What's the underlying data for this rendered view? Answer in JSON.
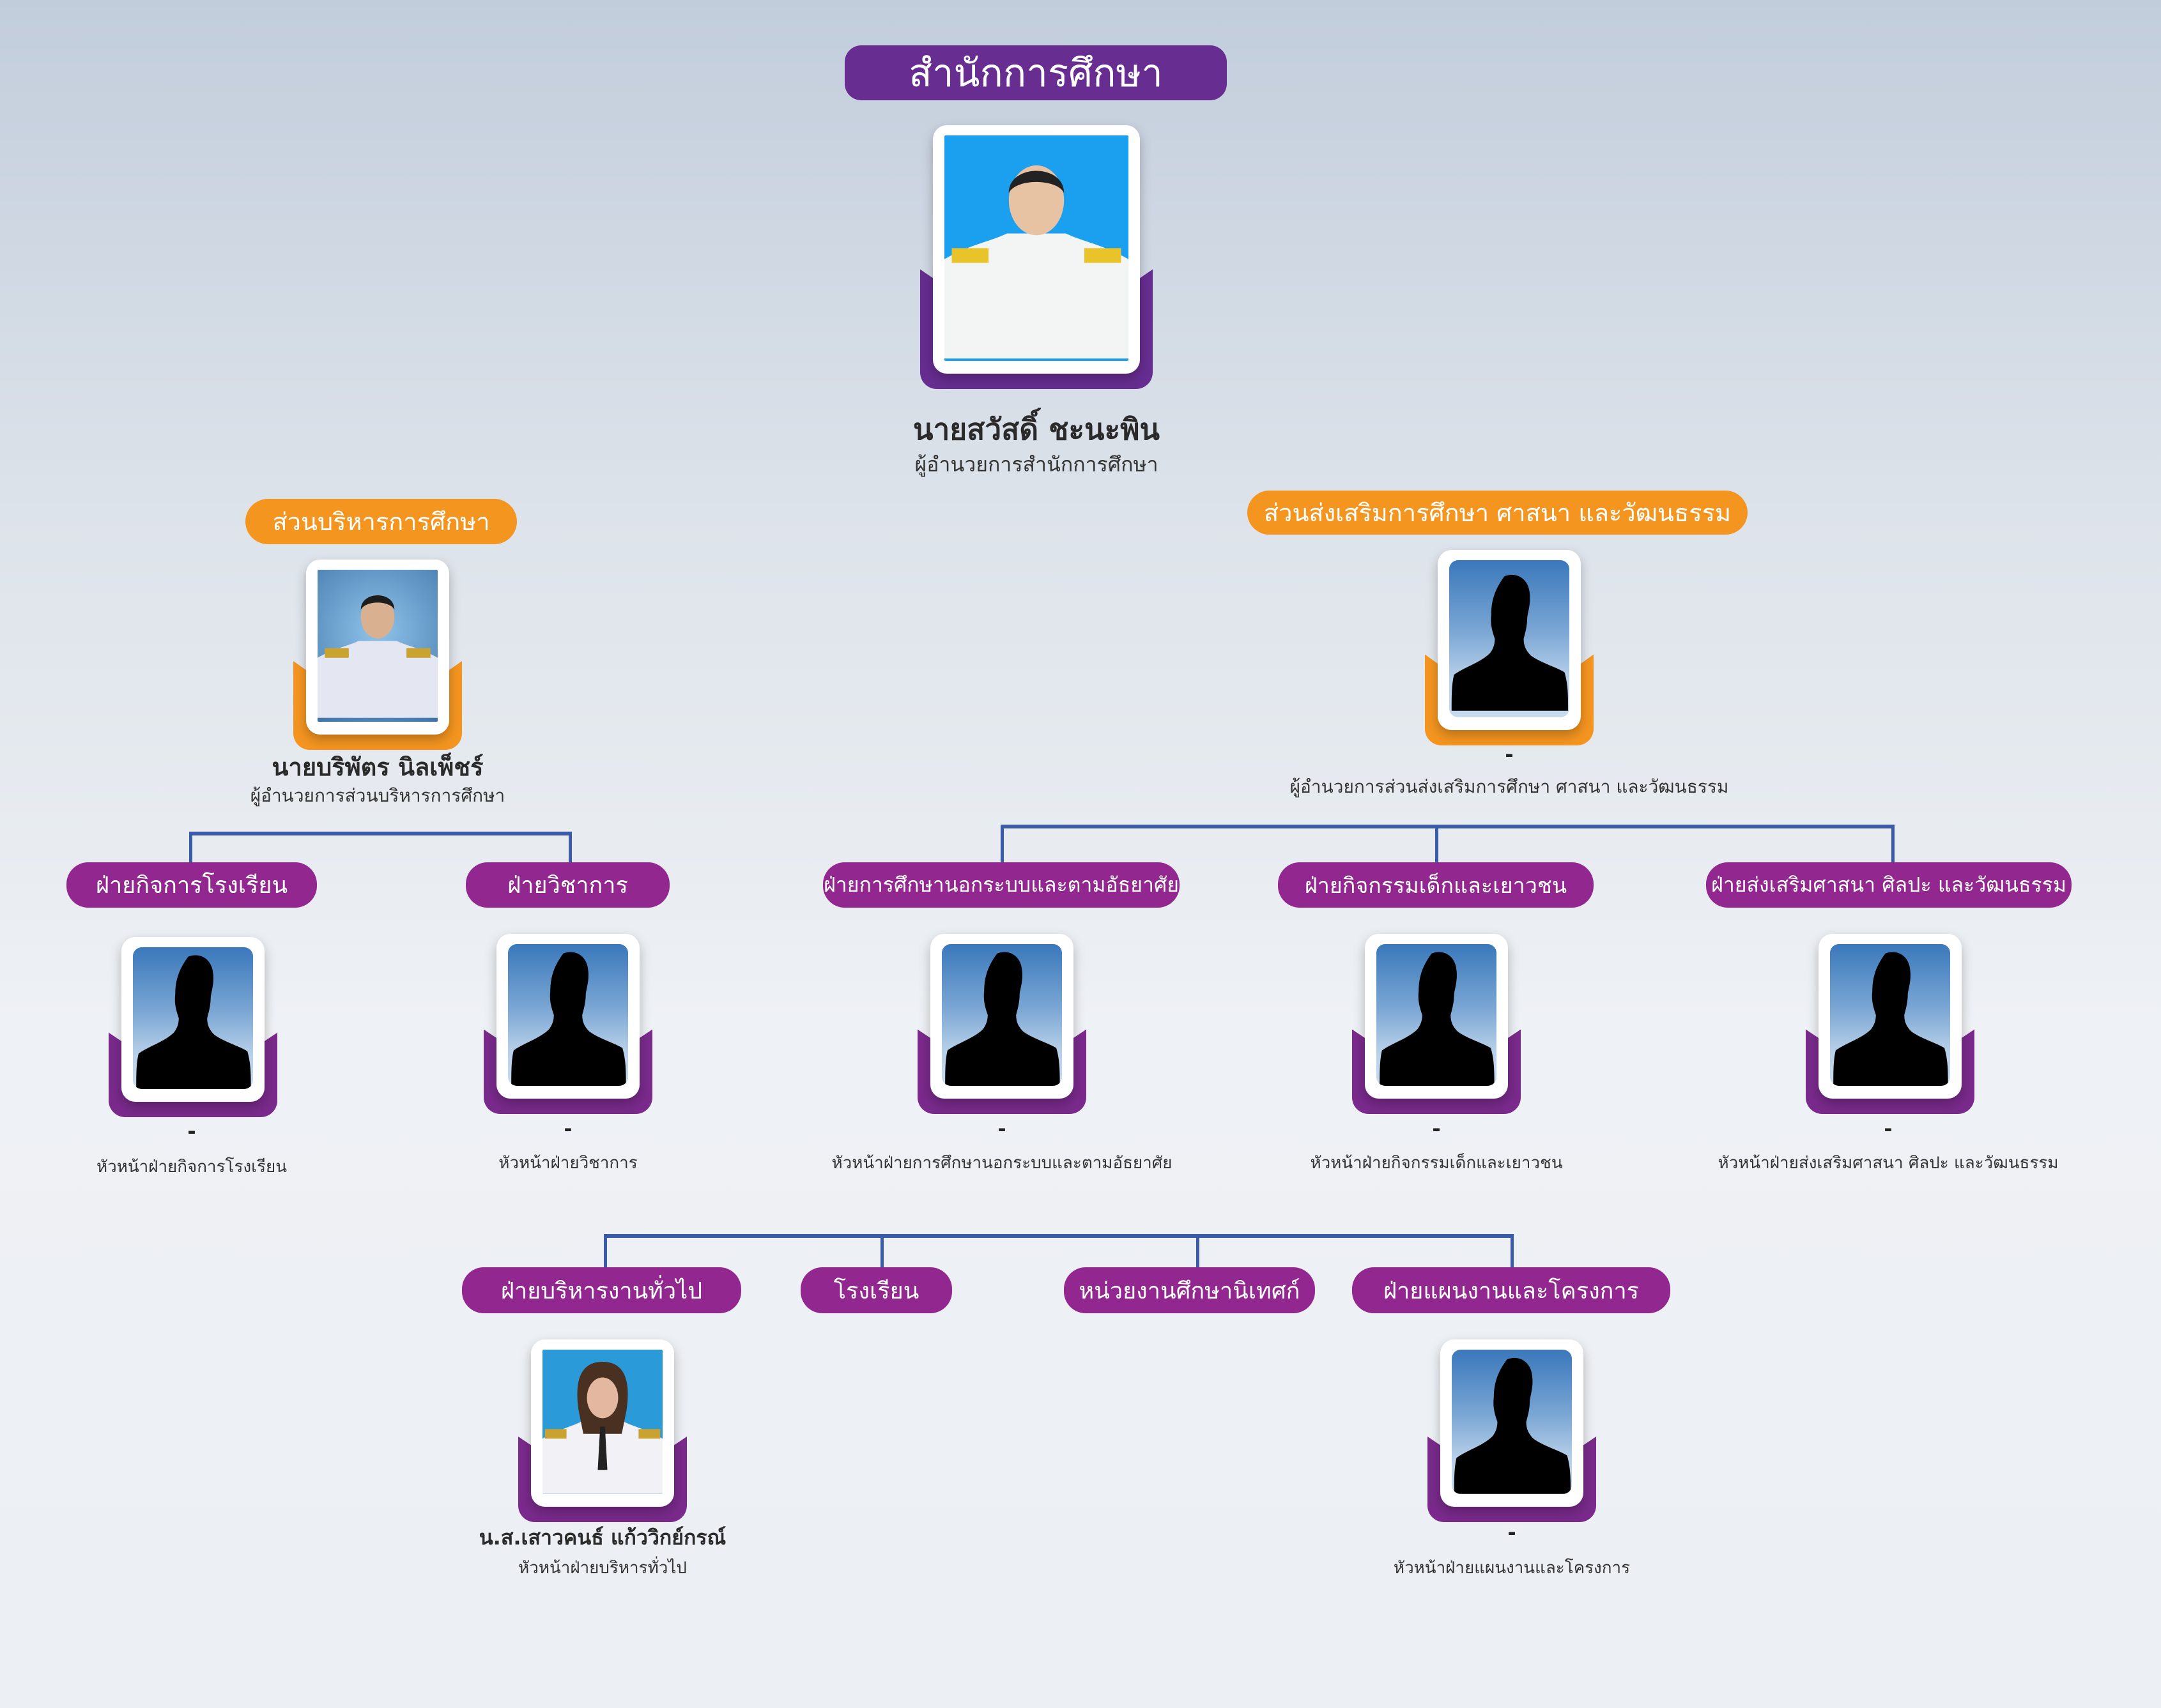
{
  "header": {
    "title": "สำนักการศึกษา"
  },
  "director": {
    "name": "นายสวัสดิ์ ชะนะพิน",
    "position": "ผู้อำนวยการสำนักการศึกษา"
  },
  "divisions": [
    {
      "label": "ส่วนบริหารการศึกษา",
      "head_name": "นายบริพัตร นิลเพ็ชร์",
      "head_position": "ผู้อำนวยการส่วนบริหารการศึกษา"
    },
    {
      "label": "ส่วนส่งเสริมการศึกษา ศาสนา และวัฒนธรรม",
      "head_name": "-",
      "head_position": "ผู้อำนวยการส่วนส่งเสริมการศึกษา ศาสนา และวัฒนธรรม"
    }
  ],
  "sections": [
    {
      "label": "ฝ่ายกิจการโรงเรียน",
      "head_name": "-",
      "head_position": "หัวหน้าฝ่ายกิจการโรงเรียน"
    },
    {
      "label": "ฝ่ายวิชาการ",
      "head_name": "-",
      "head_position": "หัวหน้าฝ่ายวิชาการ"
    },
    {
      "label": "ฝ่ายการศึกษานอกระบบและตามอัธยาศัย",
      "head_name": "-",
      "head_position": "หัวหน้าฝ่ายการศึกษานอกระบบและตามอัธยาศัย"
    },
    {
      "label": "ฝ่ายกิจกรรมเด็กและเยาวชน",
      "head_name": "-",
      "head_position": "หัวหน้าฝ่ายกิจกรรมเด็กและเยาวชน"
    },
    {
      "label": "ฝ่ายส่งเสริมศาสนา ศิลปะ และวัฒนธรรม",
      "head_name": "-",
      "head_position": "หัวหน้าฝ่ายส่งเสริมศาสนา ศิลปะ และวัฒนธรรม"
    }
  ],
  "units": [
    {
      "label": "ฝ่ายบริหารงานทั่วไป",
      "head_name": "น.ส.เสาวคนธ์ แก้ววิกย์กรณ์",
      "head_position": "หัวหน้าฝ่ายบริหารทั่วไป"
    },
    {
      "label": "โรงเรียน"
    },
    {
      "label": "หน่วยงานศึกษานิเทศก์"
    },
    {
      "label": "ฝ่ายแผนงานและโครงการ",
      "head_name": "-",
      "head_position": "หัวหน้าฝ่ายแผนงานและโครงการ"
    }
  ],
  "colors": {
    "primary": "#672d91",
    "orange": "#f49520",
    "magenta": "#92278f",
    "connector": "#3a5ca8"
  }
}
